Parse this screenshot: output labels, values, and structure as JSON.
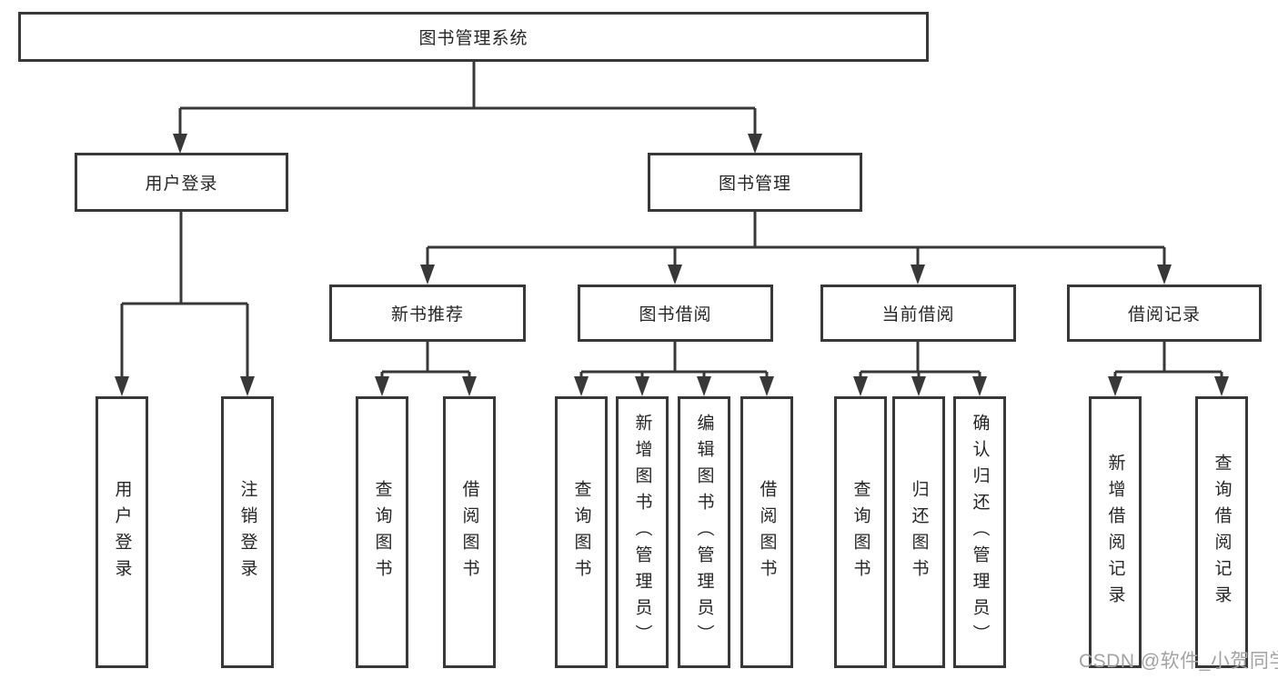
{
  "diagram": {
    "root": {
      "label": "图书管理系统"
    },
    "level2": {
      "user_login": {
        "label": "用户登录"
      },
      "book_mgmt": {
        "label": "图书管理"
      }
    },
    "level3": {
      "new_book_rec": {
        "label": "新书推荐"
      },
      "book_borrow": {
        "label": "图书借阅"
      },
      "current_borrow": {
        "label": "当前借阅"
      },
      "borrow_records": {
        "label": "借阅记录"
      }
    },
    "leaves": {
      "user_login_leaf": {
        "label": "用户登录"
      },
      "logout_leaf": {
        "label": "注销登录"
      },
      "query_book_new": {
        "label": "查询图书"
      },
      "borrow_book_new": {
        "label": "借阅图书"
      },
      "query_book_borrow": {
        "label": "查询图书"
      },
      "add_book": {
        "label": "新增图书（管理员）"
      },
      "edit_book": {
        "label": "编辑图书（管理员）"
      },
      "borrow_book_borrow": {
        "label": "借阅图书"
      },
      "query_book_current": {
        "label": "查询图书"
      },
      "return_book": {
        "label": "归还图书"
      },
      "confirm_return": {
        "label": "确认归还（管理员）"
      },
      "add_borrow_record": {
        "label": "新增借阅记录"
      },
      "query_borrow_record": {
        "label": "查询借阅记录"
      }
    },
    "colors": {
      "line": "#383838",
      "text": "#262626",
      "background": "#ffffff"
    }
  },
  "watermark": {
    "text": "CSDN @软件_小贺同学",
    "color": "#a3a3a3"
  }
}
